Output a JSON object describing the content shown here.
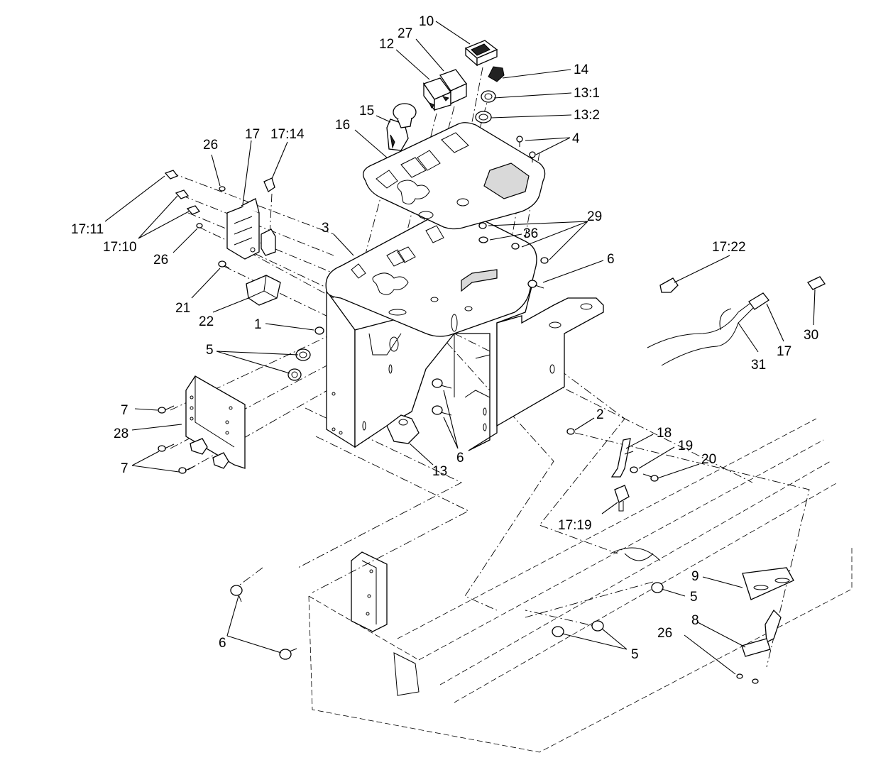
{
  "labels": [
    {
      "id": "10",
      "text": "10"
    },
    {
      "id": "27",
      "text": "27"
    },
    {
      "id": "12",
      "text": "12"
    },
    {
      "id": "14",
      "text": "14"
    },
    {
      "id": "13-1",
      "text": "13:1"
    },
    {
      "id": "13-2",
      "text": "13:2"
    },
    {
      "id": "15",
      "text": "15"
    },
    {
      "id": "16",
      "text": "16"
    },
    {
      "id": "4",
      "text": "4"
    },
    {
      "id": "26a",
      "text": "26"
    },
    {
      "id": "17a",
      "text": "17"
    },
    {
      "id": "17-14",
      "text": "17:14"
    },
    {
      "id": "17-11",
      "text": "17:11"
    },
    {
      "id": "17-10",
      "text": "17:10"
    },
    {
      "id": "26b",
      "text": "26"
    },
    {
      "id": "3",
      "text": "3"
    },
    {
      "id": "29",
      "text": "29"
    },
    {
      "id": "36",
      "text": "36"
    },
    {
      "id": "6a",
      "text": "6"
    },
    {
      "id": "17-22",
      "text": "17:22"
    },
    {
      "id": "21",
      "text": "21"
    },
    {
      "id": "22",
      "text": "22"
    },
    {
      "id": "1",
      "text": "1"
    },
    {
      "id": "5a",
      "text": "5"
    },
    {
      "id": "30",
      "text": "30"
    },
    {
      "id": "31",
      "text": "31"
    },
    {
      "id": "17b",
      "text": "17"
    },
    {
      "id": "7a",
      "text": "7"
    },
    {
      "id": "28",
      "text": "28"
    },
    {
      "id": "7b",
      "text": "7"
    },
    {
      "id": "2",
      "text": "2"
    },
    {
      "id": "18",
      "text": "18"
    },
    {
      "id": "19",
      "text": "19"
    },
    {
      "id": "20",
      "text": "20"
    },
    {
      "id": "6b",
      "text": "6"
    },
    {
      "id": "13",
      "text": "13"
    },
    {
      "id": "17-19",
      "text": "17:19"
    },
    {
      "id": "9",
      "text": "9"
    },
    {
      "id": "5b",
      "text": "5"
    },
    {
      "id": "8",
      "text": "8"
    },
    {
      "id": "26c",
      "text": "26"
    },
    {
      "id": "6c",
      "text": "6"
    },
    {
      "id": "5c",
      "text": "5"
    }
  ]
}
